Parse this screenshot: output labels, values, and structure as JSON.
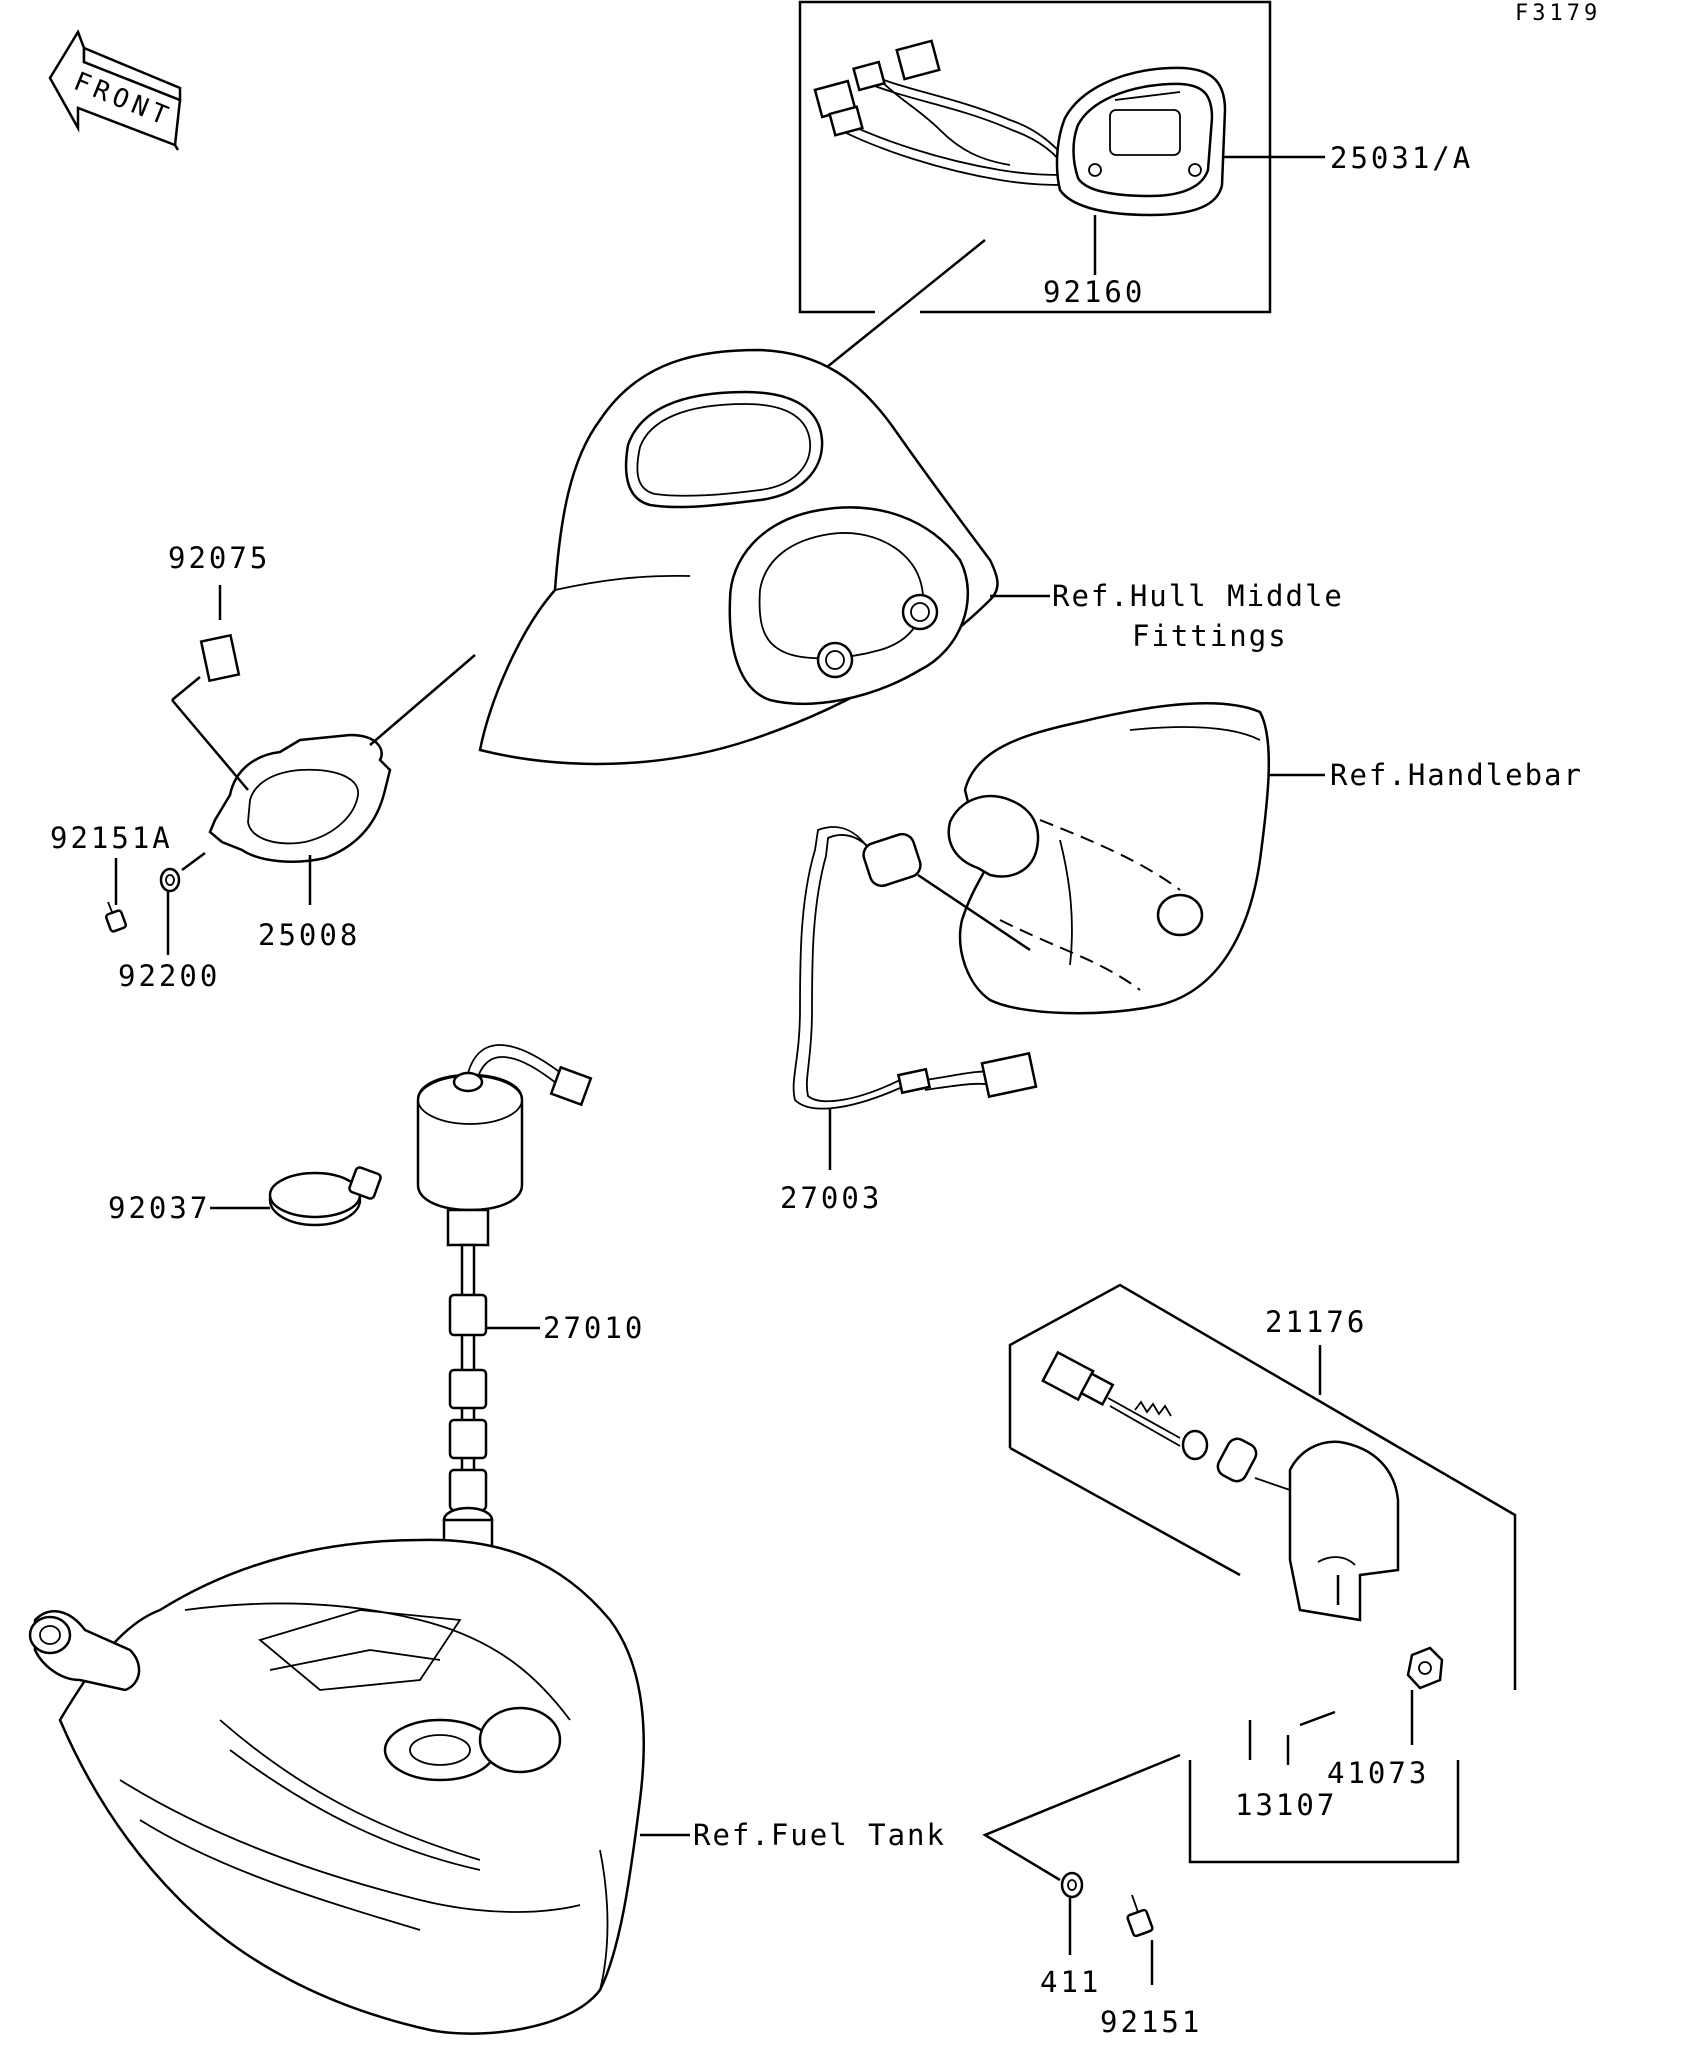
{
  "figure_code": "F3179",
  "front_label": "FRONT",
  "parts": [
    {
      "id": "p25031",
      "label": "25031/A"
    },
    {
      "id": "p92160",
      "label": "92160"
    },
    {
      "id": "p92075",
      "label": "92075"
    },
    {
      "id": "p92151a",
      "label": "92151A"
    },
    {
      "id": "p25008",
      "label": "25008"
    },
    {
      "id": "p92200",
      "label": "92200"
    },
    {
      "id": "p27003",
      "label": "27003"
    },
    {
      "id": "p92037",
      "label": "92037"
    },
    {
      "id": "p27010",
      "label": "27010"
    },
    {
      "id": "p21176",
      "label": "21176"
    },
    {
      "id": "p41073",
      "label": "41073"
    },
    {
      "id": "p13107",
      "label": "13107"
    },
    {
      "id": "p411",
      "label": "411"
    },
    {
      "id": "p92151",
      "label": "92151"
    }
  ],
  "references": {
    "hull_line1": "Ref.Hull Middle",
    "hull_line2": "Fittings",
    "handlebar": "Ref.Handlebar",
    "fuel_tank": "Ref.Fuel Tank"
  }
}
